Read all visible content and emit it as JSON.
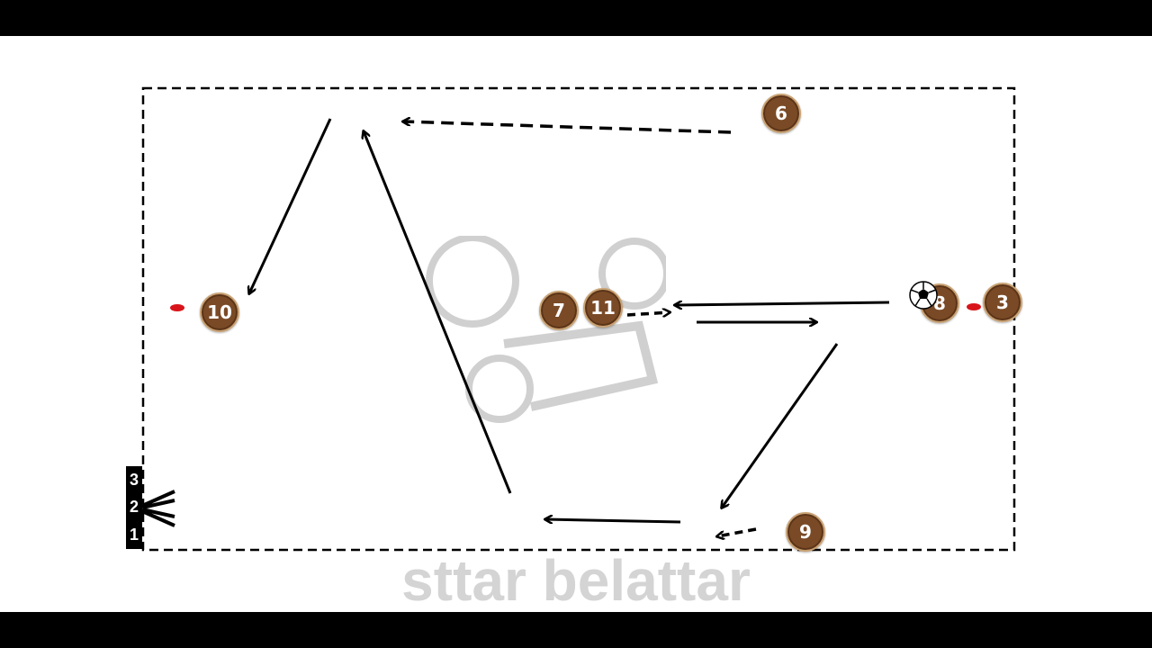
{
  "players": [
    {
      "id": "p6",
      "number": "6"
    },
    {
      "id": "p10",
      "number": "10"
    },
    {
      "id": "p7",
      "number": "7"
    },
    {
      "id": "p11",
      "number": "11"
    },
    {
      "id": "p8",
      "number": "8"
    },
    {
      "id": "p3",
      "number": "3"
    },
    {
      "id": "p9",
      "number": "9"
    }
  ],
  "level_indicator": {
    "levels": [
      "3",
      "2",
      "1"
    ]
  },
  "watermark": {
    "text": "sttar belattar"
  },
  "colors": {
    "player_fill": "#7a4a26",
    "player_border": "#c9a273",
    "cone": "#d8141a",
    "line": "#000000",
    "watermark": "#d4d4d4"
  }
}
